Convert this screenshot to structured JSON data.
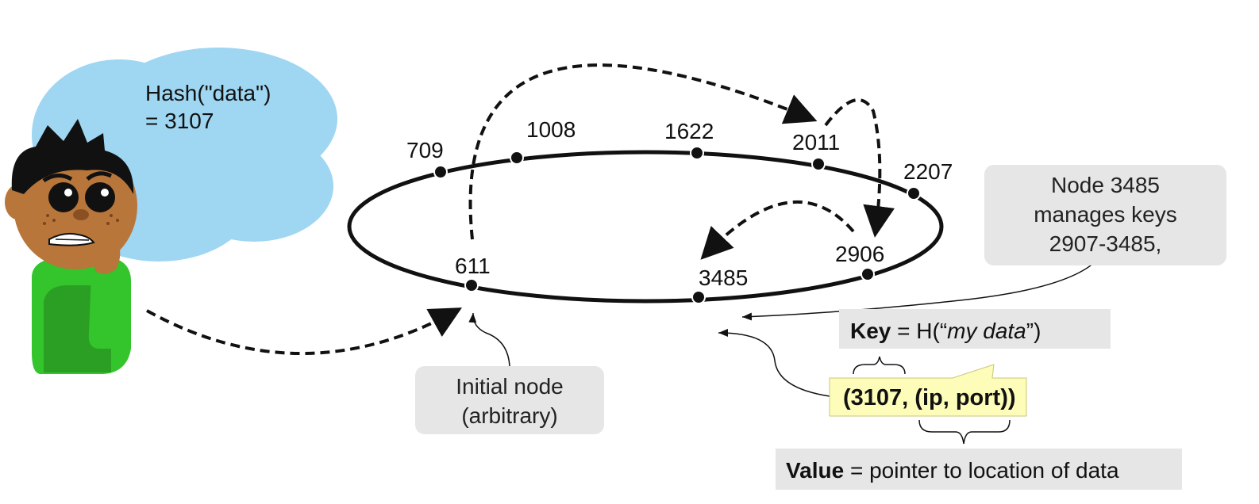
{
  "thought": {
    "line1": "Hash(\"data\")",
    "line2": "= 3107"
  },
  "nodes": [
    {
      "id": "709"
    },
    {
      "id": "1008"
    },
    {
      "id": "1622"
    },
    {
      "id": "2011"
    },
    {
      "id": "2207"
    },
    {
      "id": "2906"
    },
    {
      "id": "3485"
    },
    {
      "id": "611"
    }
  ],
  "callouts": {
    "node_manages": "Node 3485 manages keys 2907-3485,",
    "initial_node_line1": "Initial node",
    "initial_node_line2": "(arbitrary)"
  },
  "key_label": {
    "bold": "Key",
    "equals": " = H(“",
    "italic": "my data",
    "close": "”)"
  },
  "pair": {
    "text": "(3107, (ip, port))"
  },
  "value_label": {
    "bold": "Value",
    "rest": " = pointer to location of data"
  },
  "colors": {
    "cloud": "#9fd6f2",
    "skin": "#b8763a",
    "shirt": "#34c42b",
    "pair_note": "#fdfcb9",
    "callout": "#e6e6e6"
  }
}
